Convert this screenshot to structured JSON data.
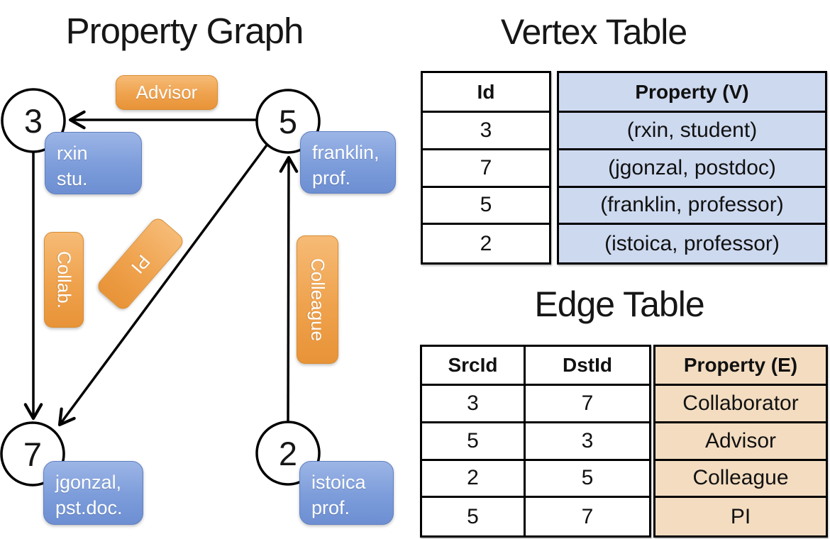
{
  "graph": {
    "title": "Property Graph",
    "nodes": {
      "n3": {
        "id": "3",
        "line1": "rxin",
        "line2": "stu."
      },
      "n5": {
        "id": "5",
        "line1": "franklin,",
        "line2": "prof."
      },
      "n7": {
        "id": "7",
        "line1": "jgonzal,",
        "line2": "pst.doc."
      },
      "n2": {
        "id": "2",
        "line1": "istoica",
        "line2": "prof."
      }
    },
    "edge_labels": {
      "advisor": "Advisor",
      "collab": "Collab.",
      "pi": "PI",
      "colleague": "Colleague"
    }
  },
  "vertex_table": {
    "title": "Vertex Table",
    "headers": {
      "id": "Id",
      "property": "Property (V)"
    },
    "rows": [
      {
        "id": "3",
        "property": "(rxin, student)"
      },
      {
        "id": "7",
        "property": "(jgonzal, postdoc)"
      },
      {
        "id": "5",
        "property": "(franklin, professor)"
      },
      {
        "id": "2",
        "property": "(istoica, professor)"
      }
    ]
  },
  "edge_table": {
    "title": "Edge Table",
    "headers": {
      "src": "SrcId",
      "dst": "DstId",
      "property": "Property (E)"
    },
    "rows": [
      {
        "src": "3",
        "dst": "7",
        "property": "Collaborator"
      },
      {
        "src": "5",
        "dst": "3",
        "property": "Advisor"
      },
      {
        "src": "2",
        "dst": "5",
        "property": "Colleague"
      },
      {
        "src": "5",
        "dst": "7",
        "property": "PI"
      }
    ]
  },
  "colors": {
    "node_fill_blue": "#7f9ed9",
    "edge_label_orange": "#efa44e",
    "vertex_property_fill": "#cdd9ef",
    "edge_property_fill": "#f3dcc0",
    "line_black": "#000000"
  }
}
